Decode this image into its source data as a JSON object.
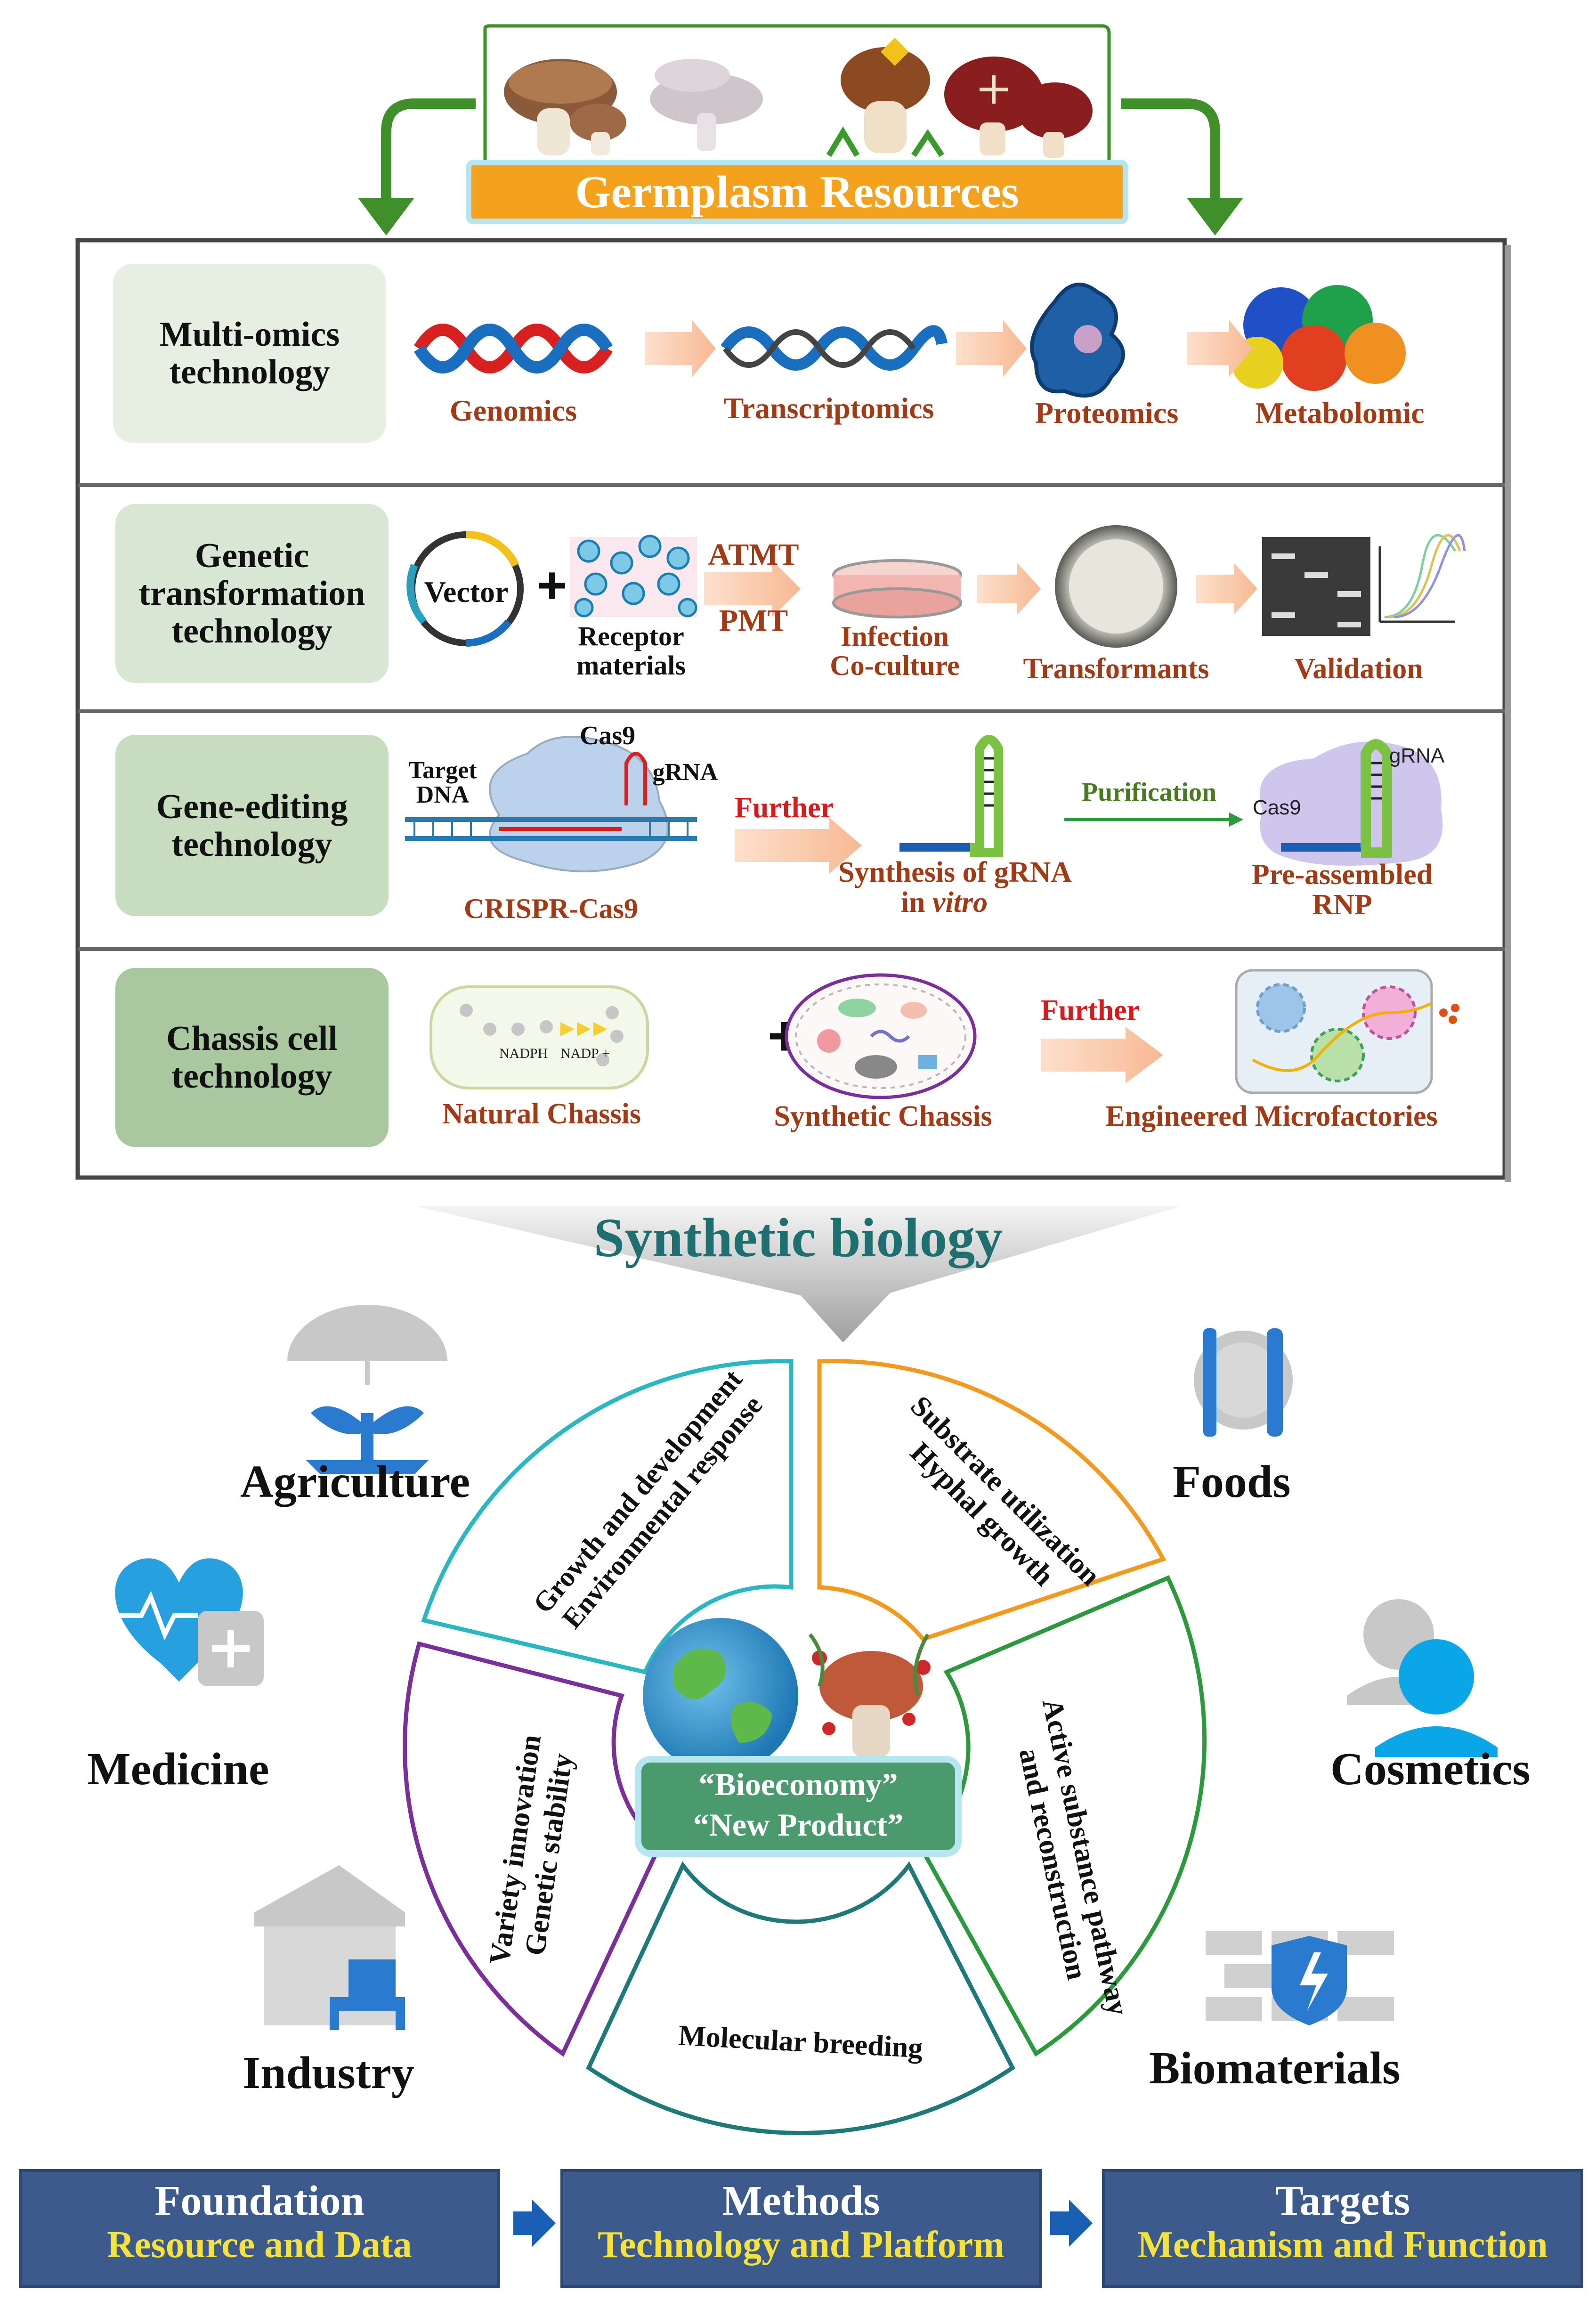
{
  "header": {
    "germplasm_label": "Germplasm Resources"
  },
  "rows": {
    "omics": {
      "label_line1": "Multi-omics",
      "label_line2": "technology",
      "steps": [
        "Genomics",
        "Transcriptomics",
        "Proteomics",
        "Metabolomic"
      ]
    },
    "transformation": {
      "label_line1": "Genetic",
      "label_line2": "transformation",
      "label_line3": "technology",
      "vector": "Vector",
      "receptor_line1": "Receptor",
      "receptor_line2": "materials",
      "method1": "ATMT",
      "method2": "PMT",
      "infection_line1": "Infection",
      "infection_line2": "Co-culture",
      "transformants": "Transformants",
      "validation": "Validation"
    },
    "editing": {
      "label_line1": "Gene-editing",
      "label_line2": "technology",
      "target_line1": "Target",
      "target_line2": "DNA",
      "cas9": "Cas9",
      "grna": "gRNA",
      "crispr": "CRISPR-Cas9",
      "further": "Further",
      "synthesis_line1": "Synthesis of gRNA",
      "synthesis_line2a": "in ",
      "synthesis_line2b": "vitro",
      "purification": "Purification",
      "rnp_cas9": "Cas9",
      "rnp_grna": "gRNA",
      "rnp_line1": "Pre-assembled",
      "rnp_line2": "RNP"
    },
    "chassis": {
      "label_line1": "Chassis cell",
      "label_line2": "technology",
      "nadph": "NADPH",
      "nadp": "NADP +",
      "natural": "Natural Chassis",
      "synthetic": "Synthetic Chassis",
      "further": "Further",
      "engineered": "Engineered Microfactories"
    }
  },
  "synthetic_biology": "Synthetic biology",
  "wheel": {
    "seg_teal_line1": "Growth and development",
    "seg_teal_line2": "Environmental response",
    "seg_orange_line1": "Substrate utilization",
    "seg_orange_line2": "Hyphal growth",
    "seg_green_line1": "Active substance pathway",
    "seg_green_line2": "and reconstruction",
    "seg_bottom": "Molecular breeding",
    "seg_purple_line1": "Variety innovation",
    "seg_purple_line2": "Genetic stability",
    "center_line1": "“Bioeconomy”",
    "center_line2": "“New Product”"
  },
  "applications": {
    "agriculture": "Agriculture",
    "foods": "Foods",
    "medicine": "Medicine",
    "cosmetics": "Cosmetics",
    "industry": "Industry",
    "biomaterials": "Biomaterials"
  },
  "footer": {
    "foundation": "Foundation",
    "foundation_sub": "Resource and Data",
    "methods": "Methods",
    "methods_sub": "Technology and Platform",
    "targets": "Targets",
    "targets_sub": "Mechanism and Function"
  },
  "colors": {
    "caption": "#a23a15",
    "teal": "#2bb7c2",
    "orange": "#f39a1e",
    "green": "#2c9a3c",
    "purple": "#7a2f9a",
    "dark_teal": "#1e6f70",
    "footer_bg": "#3c5a8c",
    "footer_sub": "#f5e23a"
  }
}
